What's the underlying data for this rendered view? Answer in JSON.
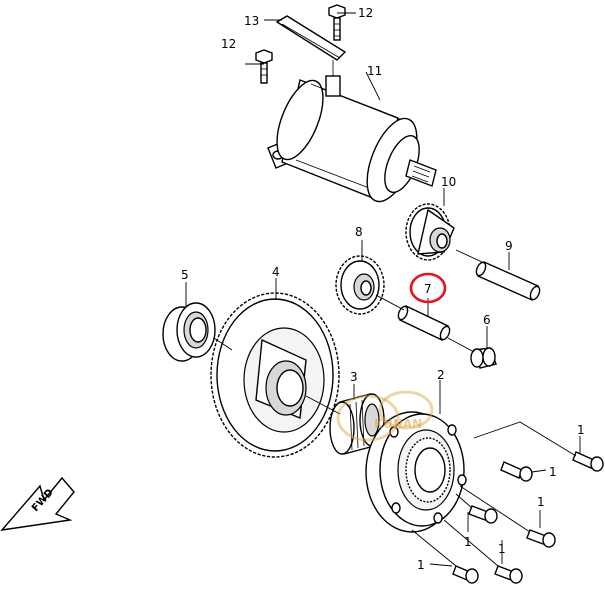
{
  "callouts": {
    "c1a": "1",
    "c1b": "1",
    "c1c": "1",
    "c1d": "1",
    "c1e": "1",
    "c1f": "1",
    "c2": "2",
    "c3": "3",
    "c4": "4",
    "c5": "5",
    "c6": "6",
    "c7": "7",
    "c8": "8",
    "c9": "9",
    "c10": "10",
    "c11": "11",
    "c12a": "12",
    "c12b": "12",
    "c13": "13"
  },
  "fwd_label": "FWD",
  "watermark_text": "KUNAN",
  "highlight_color": "#e8101a"
}
